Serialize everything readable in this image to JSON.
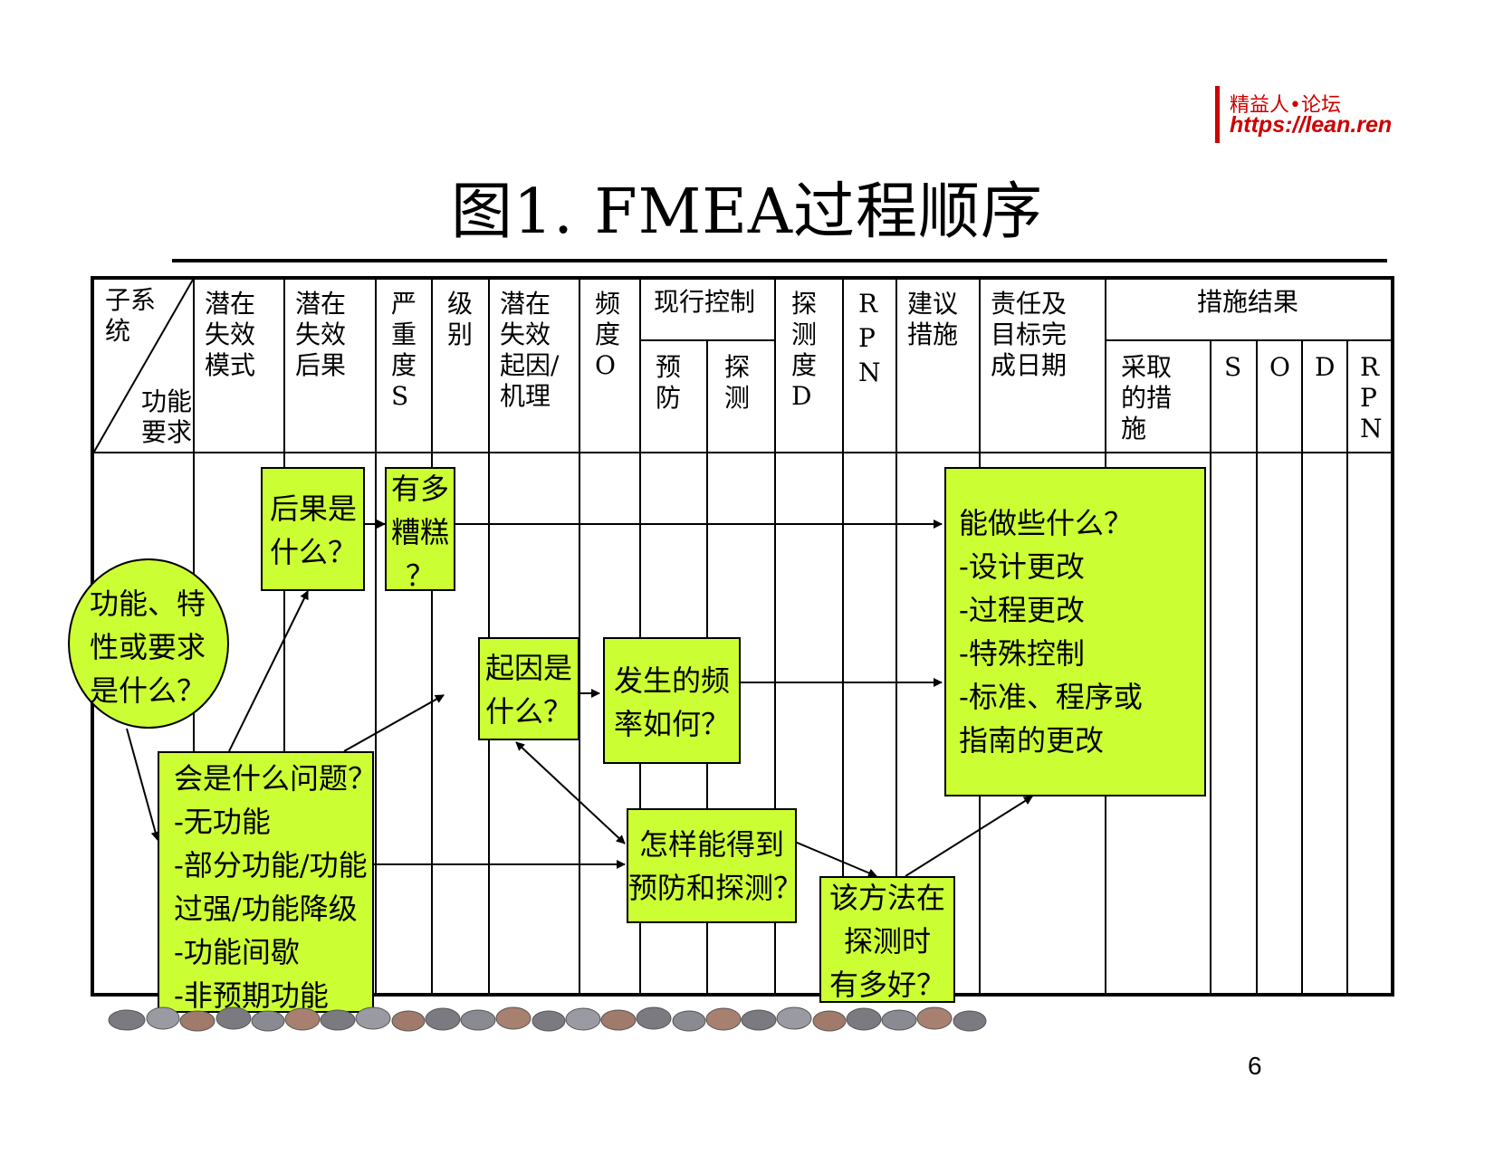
{
  "logo": {
    "name": "精益人•论坛",
    "url": "https://lean.ren"
  },
  "title": "图1. FMEA过程顺序",
  "headers": {
    "subsystem_top": "子系\n统",
    "subsystem_bottom": "功能\n要求",
    "failure_mode": "潜在\n失效\n模式",
    "failure_effect": "潜在\n失效\n后果",
    "severity": "严\n重\n度\nS",
    "classification": "级\n别",
    "cause": "潜在\n失效\n起因/\n机理",
    "occurrence": "频\n度\nO",
    "current_controls": "现行控制",
    "prevention": "预\n防",
    "detection_ctrl": "探\n测",
    "detection": "探\n测\n度\nD",
    "rpn": "R\nP\nN",
    "recommended_actions": "建议\n措施",
    "responsibility": "责任及\n目标完\n成日期",
    "action_results": "措施结果",
    "actions_taken": "采取\n的措\n施",
    "res_s": "S",
    "res_o": "O",
    "res_d": "D",
    "res_rpn": "R\nP\nN"
  },
  "flow": {
    "function_question": "功能、特\n性或要求\n是什么？",
    "effect_question": "后果是\n什么？",
    "severity_question": "有多\n糟糕\n？",
    "failure_question": "会是什么问题？\n-无功能\n-部分功能/功能\n过强/功能降级\n-功能间歇\n-非预期功能",
    "cause_question": "起因是\n什么？",
    "occurrence_question": "发生的频\n率如何？",
    "prevent_detect_question": "怎样能得到\n预防和探测？",
    "detection_question": "该方法在\n探测时\n有多好？",
    "actions_question": "能做些什么？\n-设计更改\n-过程更改\n-特殊控制\n-标准、程序或\n指南的更改"
  },
  "page_number": "6",
  "colors": {
    "box_fill": "#ccff33",
    "logo_red": "#cc0000"
  }
}
